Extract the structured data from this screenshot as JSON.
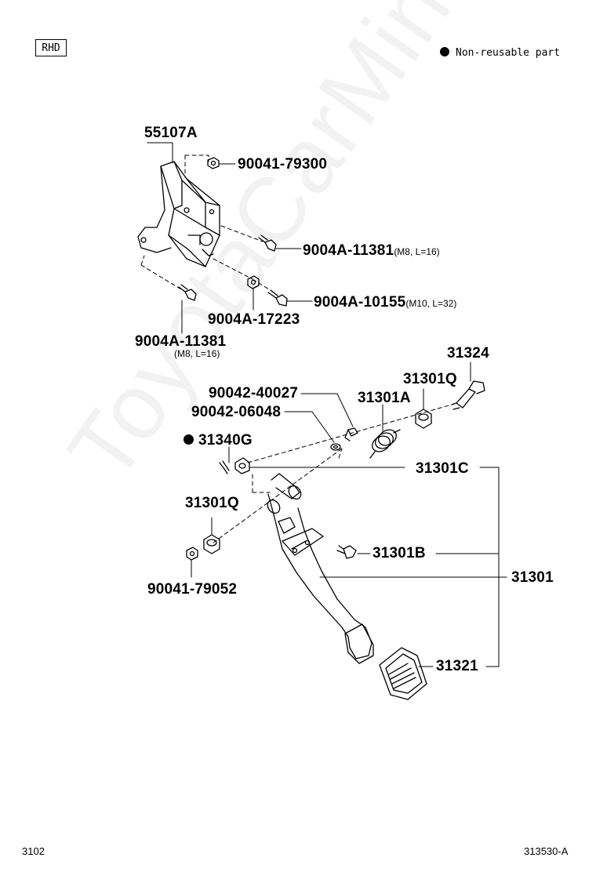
{
  "header": {
    "badge": "RHD",
    "legend_text": "Non-reusable part"
  },
  "watermark": "ToyotaCarMine.ru",
  "labels": {
    "p55107A": "55107A",
    "p90041_79300": "90041-79300",
    "p9004A_11381_a": "9004A-11381",
    "p9004A_11381_a_spec": "(M8, L=16)",
    "p9004A_10155": "9004A-10155",
    "p9004A_10155_spec": "(M10, L=32)",
    "p9004A_17223": "9004A-17223",
    "p9004A_11381_b": "9004A-11381",
    "p9004A_11381_b_spec": "(M8, L=16)",
    "p31324": "31324",
    "p31301Q_a": "31301Q",
    "p90042_40027": "90042-40027",
    "p31301A": "31301A",
    "p90042_06048": "90042-06048",
    "p31340G": "31340G",
    "p31301C": "31301C",
    "p31301Q_b": "31301Q",
    "p31301B": "31301B",
    "p31301": "31301",
    "p90041_79052": "90041-79052",
    "p31321": "31321"
  },
  "footer": {
    "page_left": "3102",
    "page_right": "313530-A"
  },
  "colors": {
    "ink": "#000000",
    "watermark": "#f2f2f2"
  }
}
